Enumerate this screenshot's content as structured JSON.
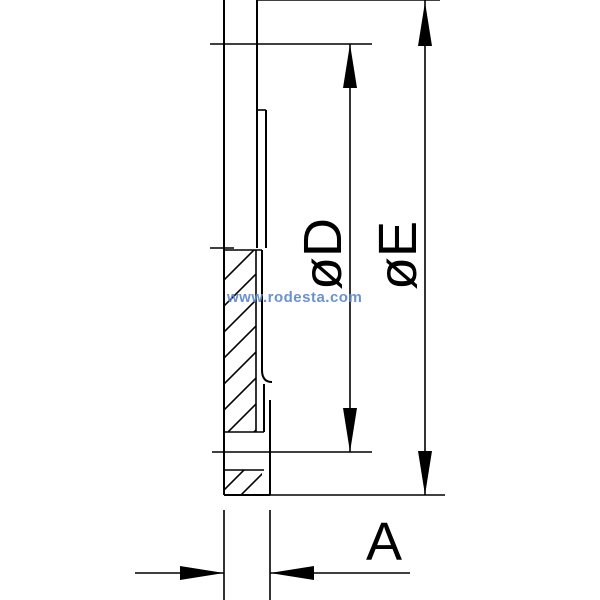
{
  "dimensions": {
    "inner_diameter_label": "øD",
    "outer_diameter_label": "øE",
    "thickness_label": "A"
  },
  "watermark": {
    "text": "www.rodesta.com"
  },
  "colors": {
    "line": "#000000",
    "watermark": "#5b86c9",
    "background": "#ffffff"
  }
}
